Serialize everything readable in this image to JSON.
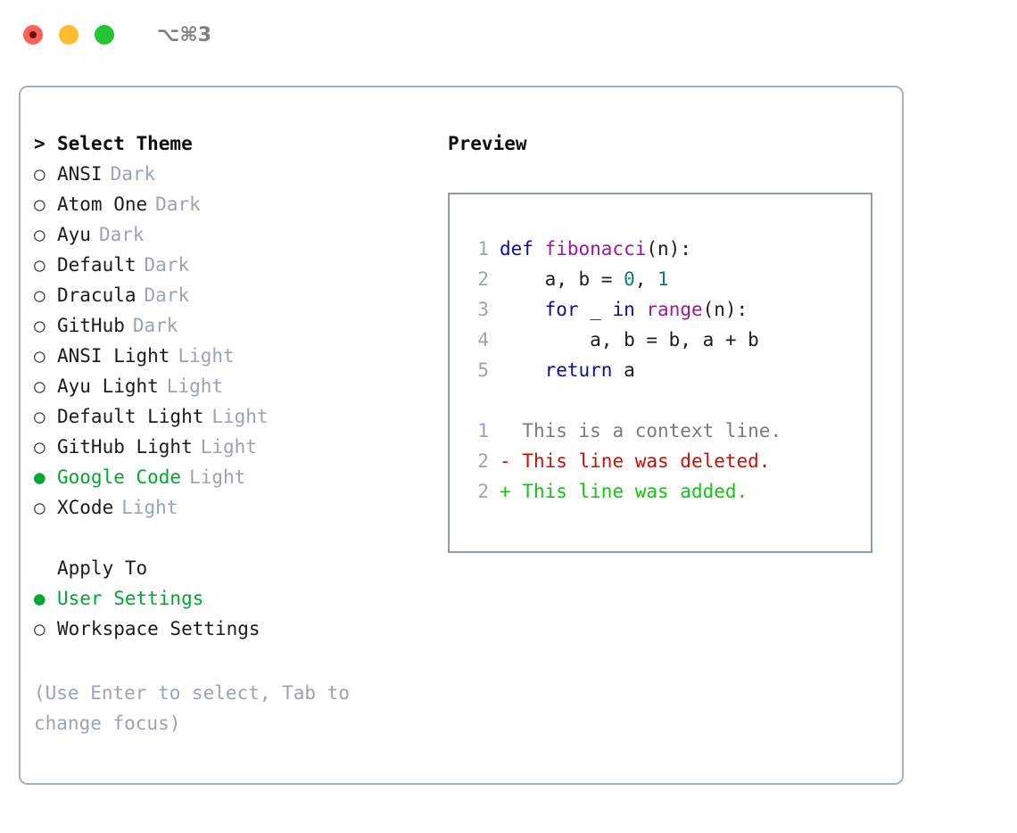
{
  "titlebar": {
    "shortcut": "⌥⌘3",
    "buttons": [
      {
        "name": "close",
        "color": "#ff6159"
      },
      {
        "name": "minimize",
        "color": "#ffbd2e"
      },
      {
        "name": "zoom",
        "color": "#22c531"
      }
    ]
  },
  "theme_section": {
    "caret": ">",
    "heading": "Select Theme",
    "items": [
      {
        "bullet": "○",
        "label": "ANSI",
        "badge": "Dark",
        "selected": false
      },
      {
        "bullet": "○",
        "label": "Atom One",
        "badge": "Dark",
        "selected": false
      },
      {
        "bullet": "○",
        "label": "Ayu",
        "badge": "Dark",
        "selected": false
      },
      {
        "bullet": "○",
        "label": "Default",
        "badge": "Dark",
        "selected": false
      },
      {
        "bullet": "○",
        "label": "Dracula",
        "badge": "Dark",
        "selected": false
      },
      {
        "bullet": "○",
        "label": "GitHub",
        "badge": "Dark",
        "selected": false
      },
      {
        "bullet": "○",
        "label": "ANSI Light",
        "badge": "Light",
        "selected": false
      },
      {
        "bullet": "○",
        "label": "Ayu Light",
        "badge": "Light",
        "selected": false
      },
      {
        "bullet": "○",
        "label": "Default Light",
        "badge": "Light",
        "selected": false
      },
      {
        "bullet": "○",
        "label": "GitHub Light",
        "badge": "Light",
        "selected": false
      },
      {
        "bullet": "●",
        "label": "Google Code",
        "badge": "Light",
        "selected": true
      },
      {
        "bullet": "○",
        "label": "XCode",
        "badge": "Light",
        "selected": false
      }
    ]
  },
  "apply_section": {
    "heading": "Apply To",
    "items": [
      {
        "bullet": "●",
        "label": "User Settings",
        "selected": true
      },
      {
        "bullet": "○",
        "label": "Workspace Settings",
        "selected": false
      }
    ]
  },
  "hint": "(Use Enter to select, Tab to change focus)",
  "preview": {
    "title": "Preview",
    "code_lines": [
      {
        "num": "1",
        "tokens": [
          {
            "t": "def ",
            "c": "kw"
          },
          {
            "t": "fibonacci",
            "c": "fn"
          },
          {
            "t": "(n):",
            "c": "pl"
          }
        ]
      },
      {
        "num": "2",
        "tokens": [
          {
            "t": "    a, b = ",
            "c": "pl"
          },
          {
            "t": "0",
            "c": "num"
          },
          {
            "t": ", ",
            "c": "pl"
          },
          {
            "t": "1",
            "c": "num"
          }
        ]
      },
      {
        "num": "3",
        "tokens": [
          {
            "t": "    ",
            "c": "pl"
          },
          {
            "t": "for",
            "c": "kw"
          },
          {
            "t": " _ ",
            "c": "pl"
          },
          {
            "t": "in",
            "c": "kw"
          },
          {
            "t": " ",
            "c": "pl"
          },
          {
            "t": "range",
            "c": "fn"
          },
          {
            "t": "(n):",
            "c": "pl"
          }
        ]
      },
      {
        "num": "4",
        "tokens": [
          {
            "t": "        a, b = b, a + b",
            "c": "pl"
          }
        ]
      },
      {
        "num": "5",
        "tokens": [
          {
            "t": "    ",
            "c": "pl"
          },
          {
            "t": "return",
            "c": "kw"
          },
          {
            "t": " a",
            "c": "pl"
          }
        ]
      }
    ],
    "diff_lines": [
      {
        "num": "1",
        "marker": "  ",
        "text": "This is a context line.",
        "kind": "ctx"
      },
      {
        "num": "2",
        "marker": "- ",
        "text": "This line was deleted.",
        "kind": "del"
      },
      {
        "num": "2",
        "marker": "+ ",
        "text": "This line was added.",
        "kind": "add"
      }
    ]
  },
  "colors": {
    "accent_green": "#00a832",
    "muted": "#9aa4b4",
    "border": "#a7b0bf",
    "code_border": "#8e9aad",
    "keyword": "#0d0d9c",
    "function": "#a3159e",
    "number": "#0e7a74",
    "diff_add": "#11c70f",
    "diff_del": "#c81008",
    "diff_ctx": "#7b7b7b"
  }
}
